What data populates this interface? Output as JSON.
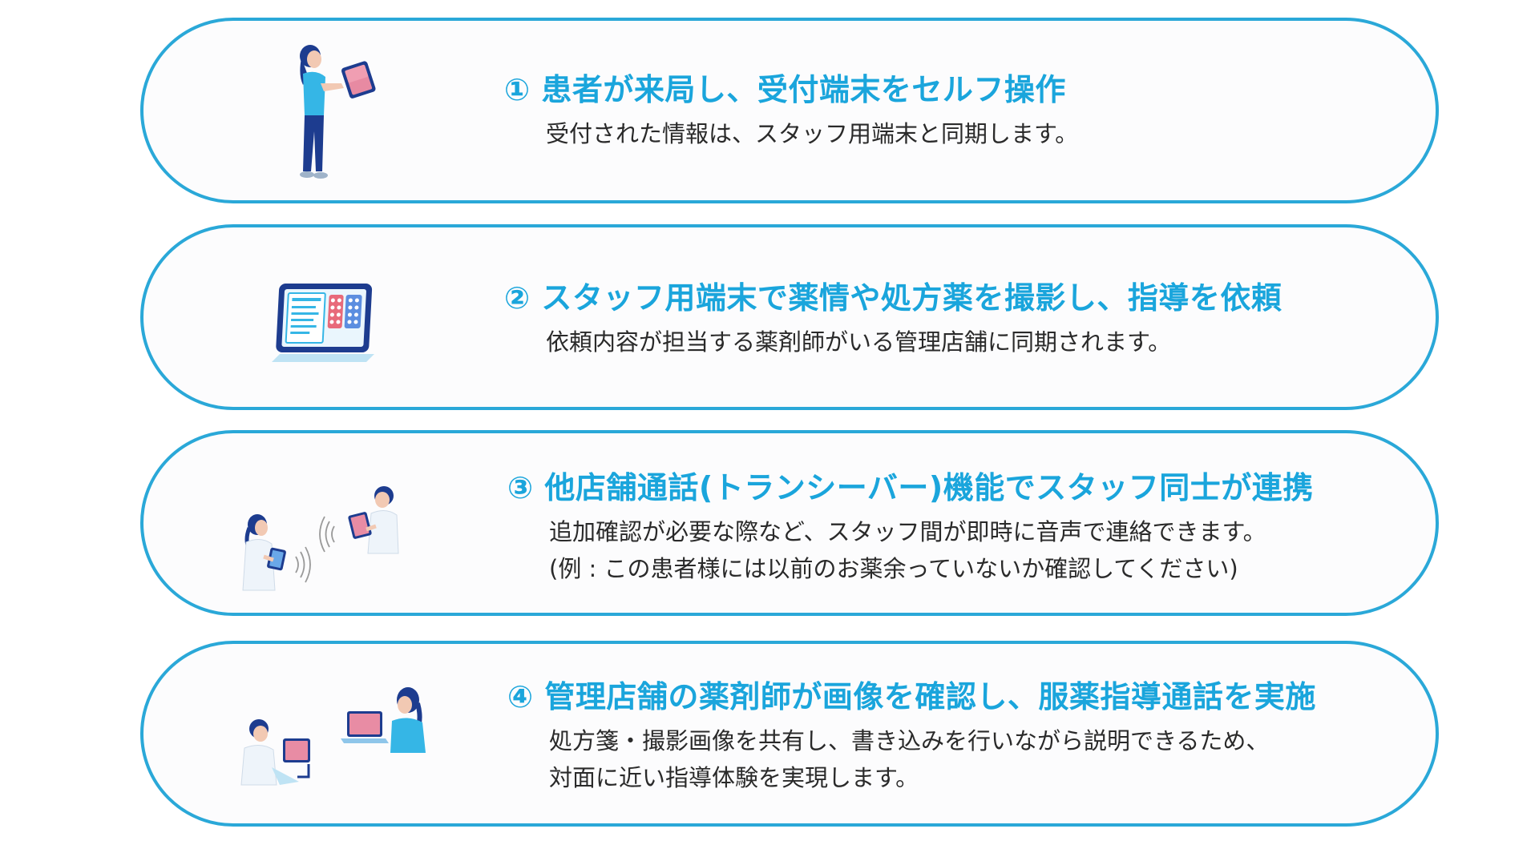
{
  "steps": [
    {
      "title": "① 患者が来局し、受付端末をセルフ操作",
      "description": [
        "受付された情報は、スタッフ用端末と同期します。"
      ],
      "illustration": "patient-using-tablet-icon"
    },
    {
      "title": "② スタッフ用端末で薬情や処方薬を撮影し、指導を依頼",
      "description": [
        "依頼内容が担当する薬剤師がいる管理店舗に同期されます。"
      ],
      "illustration": "tablet-device-icon"
    },
    {
      "title": "③ 他店舗通話(トランシーバー)機能でスタッフ同士が連携",
      "description": [
        "追加確認が必要な際など、スタッフ間が即時に音声で連絡できます。",
        "(例 : この患者様には以前のお薬余っていないか確認してください)"
      ],
      "illustration": "staff-transceiver-icon"
    },
    {
      "title": "④ 管理店舗の薬剤師が画像を確認し、服薬指導通話を実施",
      "description": [
        "処方箋・撮影画像を共有し、書き込みを行いながら説明できるため、",
        "対面に近い指導体験を実現します。"
      ],
      "illustration": "video-consultation-icon"
    }
  ],
  "colors": {
    "accent": "#1aa5dc",
    "border": "#2aa8d8",
    "text": "#2a2a2a",
    "navy": "#1d3c8f"
  }
}
